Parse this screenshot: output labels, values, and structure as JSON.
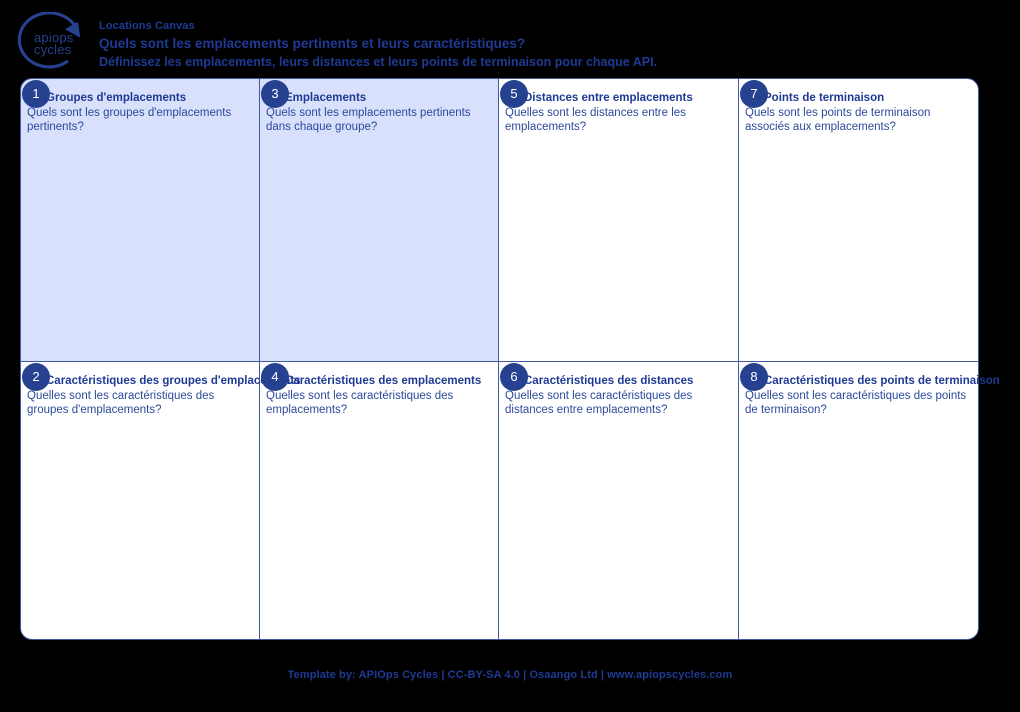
{
  "header": {
    "logo_alt": "apiops cycles",
    "logo_line1": "apiops",
    "logo_line2": "cycles",
    "title": "Locations Canvas",
    "question": "Quels sont les emplacements pertinents et leurs caractéristiques?",
    "subtitle": "Définissez les emplacements, leurs distances et leurs points de terminaison pour chaque API."
  },
  "cards": [
    {
      "number": "1",
      "title": "Groupes d'emplacements",
      "question": "Quels sont les groupes d'emplacements pertinents?",
      "row": "top",
      "col": 1,
      "fill": "#d8e0fb"
    },
    {
      "number": "3",
      "title": "Emplacements",
      "question": "Quels sont les emplacements pertinents dans chaque groupe?",
      "row": "top",
      "col": 2,
      "fill": "#d8e0fb"
    },
    {
      "number": "5",
      "title": "Distances entre emplacements",
      "question": "Quelles sont les distances entre les emplacements?",
      "row": "top",
      "col": 3,
      "fill": "#ffffff"
    },
    {
      "number": "7",
      "title": "Points de terminaison",
      "question": "Quels sont les points de terminaison associés aux emplacements?",
      "row": "top",
      "col": 4,
      "fill": "#ffffff"
    },
    {
      "number": "2",
      "title": "Caractéristiques des groupes d'emplacements",
      "question": "Quelles sont les caractéristiques des groupes d'emplacements?",
      "row": "bottom",
      "col": 1,
      "fill": "#ffffff"
    },
    {
      "number": "4",
      "title": "Caractéristiques des emplacements",
      "question": "Quelles sont les caractéristiques des emplacements?",
      "row": "bottom",
      "col": 2,
      "fill": "#ffffff"
    },
    {
      "number": "6",
      "title": "Caractéristiques des distances",
      "question": "Quelles sont les caractéristiques des distances entre emplacements?",
      "row": "bottom",
      "col": 3,
      "fill": "#ffffff"
    },
    {
      "number": "8",
      "title": "Caractéristiques des points de terminaison",
      "question": "Quelles sont les caractéristiques des points de terminaison?",
      "row": "bottom",
      "col": 4,
      "fill": "#ffffff"
    }
  ],
  "footer": {
    "text": "Template by: APIOps Cycles | CC-BY-SA 4.0 | Osaango Ltd | www.apiopscycles.com"
  },
  "colors": {
    "background": "#000000",
    "brand_blue": "#1f3a93",
    "badge_blue": "#26418f",
    "card_border": "#41599e",
    "card_fill_blue": "#d8e0fb",
    "card_fill_white": "#ffffff"
  }
}
